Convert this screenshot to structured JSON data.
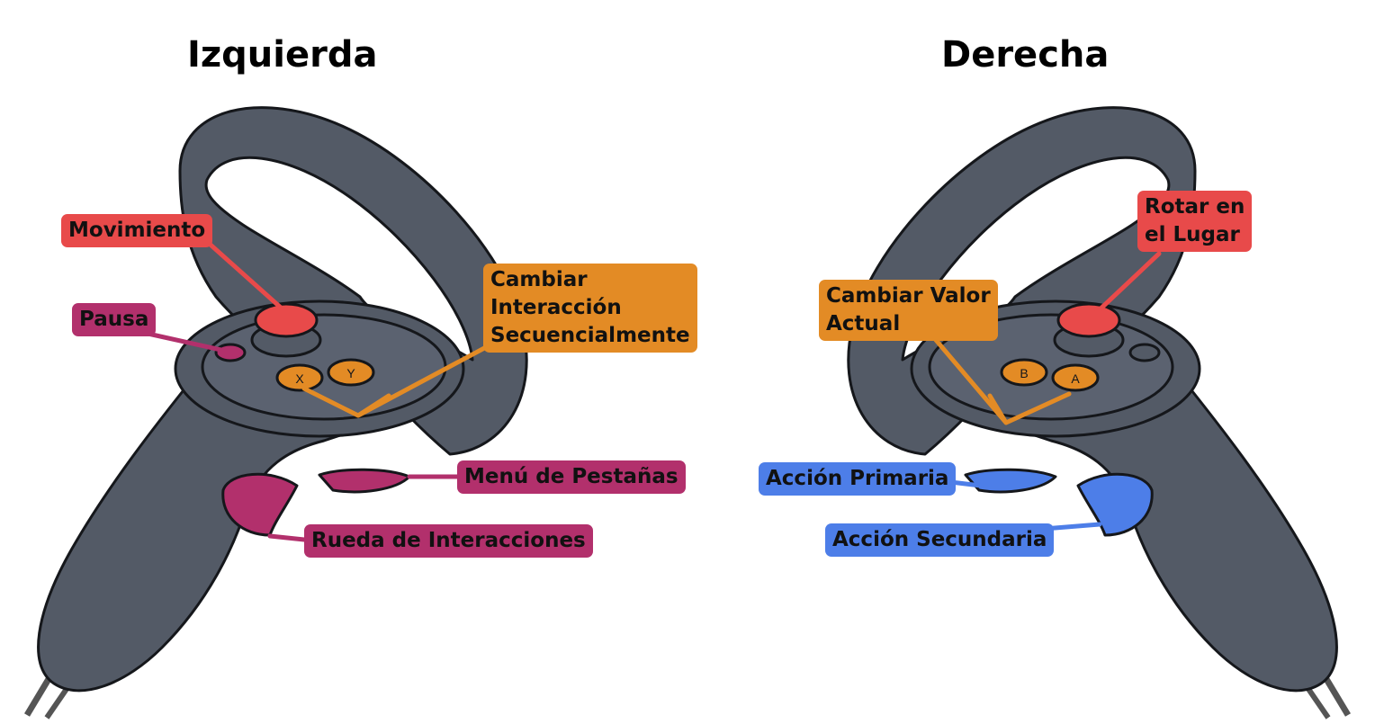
{
  "titles": {
    "left": "Izquierda",
    "right": "Derecha"
  },
  "colors": {
    "controller": "#535a66",
    "outline": "#15171b",
    "red": "#e84a4a",
    "orange": "#e38b25",
    "magenta": "#b2306c",
    "blue": "#4d7ee8"
  },
  "labels": {
    "movimiento": "Movimiento",
    "pausa": "Pausa",
    "cambiar_interaccion": "Cambiar\nInteracción\nSecuencialmente",
    "menu_pestanas": "Menú de Pestañas",
    "rueda": "Rueda de Interacciones",
    "rotar": "Rotar en\nel Lugar",
    "cambiar_valor": "Cambiar Valor\nActual",
    "accion_primaria": "Acción Primaria",
    "accion_secundaria": "Acción Secundaria"
  },
  "buttons": {
    "x": "X",
    "y": "Y",
    "a": "A",
    "b": "B"
  }
}
